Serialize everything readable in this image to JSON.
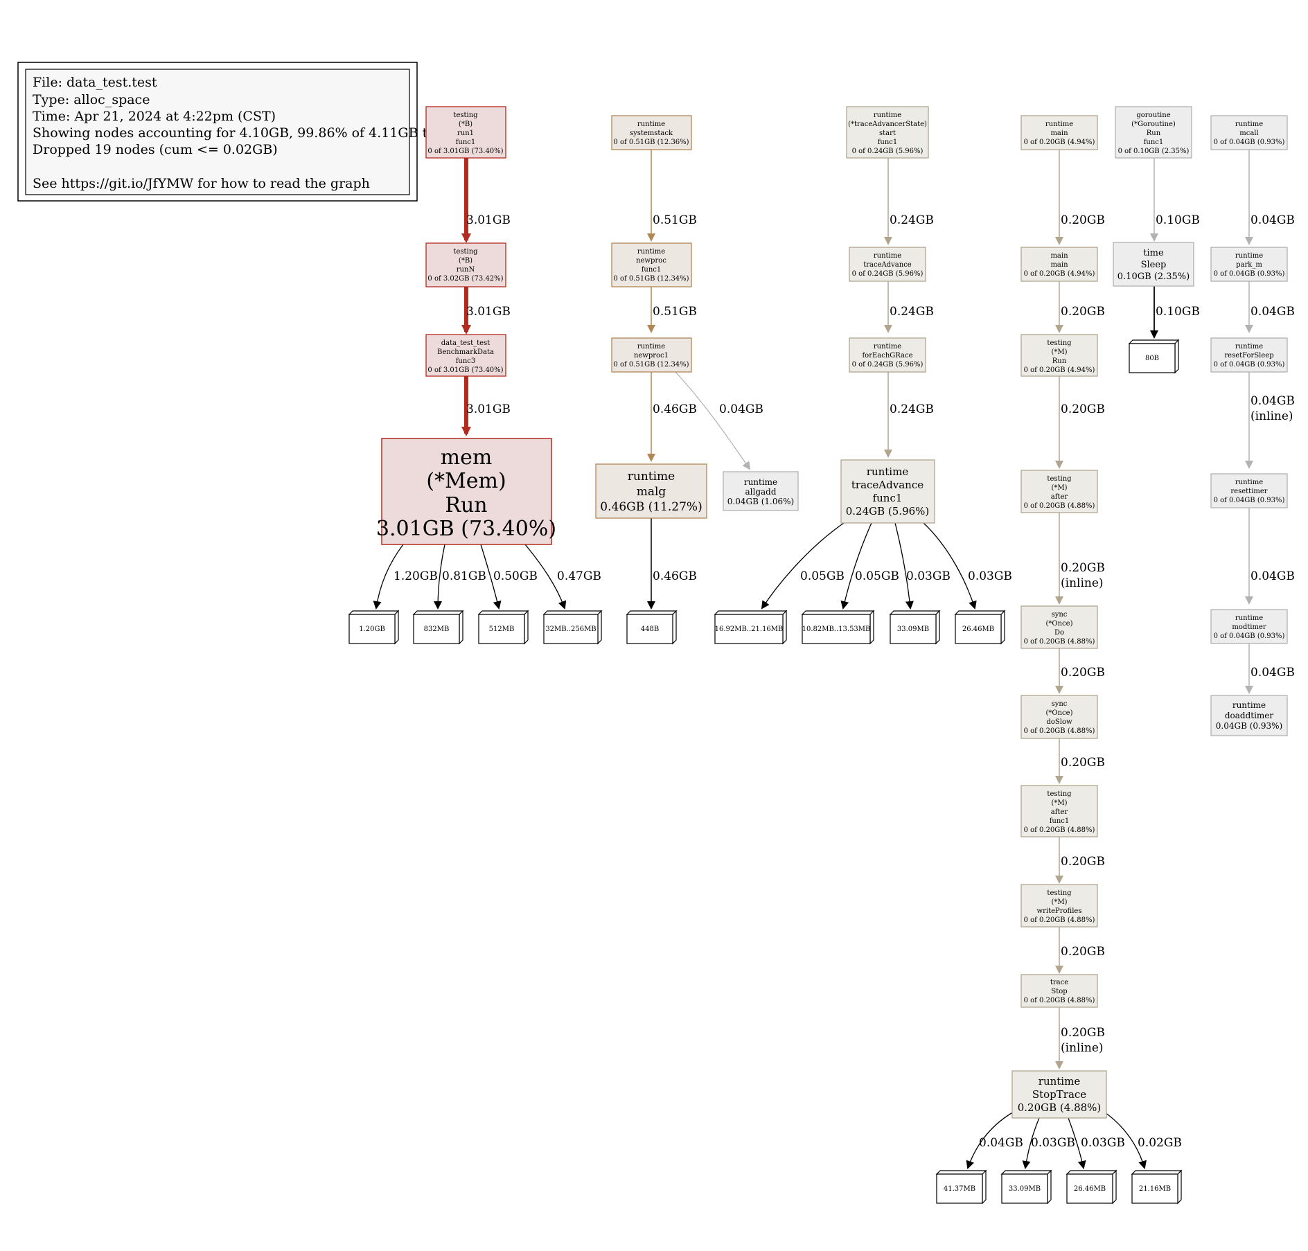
{
  "legend": {
    "lines": [
      "File: data_test.test",
      "Type: alloc_space",
      "Time: Apr 21, 2024 at 4:22pm (CST)",
      "Showing nodes accounting for 4.10GB, 99.86% of 4.11GB total",
      "Dropped 19 nodes (cum <= 0.02GB)",
      "",
      "See https://git.io/JfYMW for how to read the graph"
    ]
  },
  "colors": {
    "hot_edge": "#b22b1f",
    "hot_fill": "#eddbdb",
    "hot_border": "#b22b1f",
    "warm_edge": "#b28756",
    "warm_fill": "#ede7e1",
    "warm_border": "#b28756",
    "cool_edge": "#b2a590",
    "cool_fill": "#edebe6",
    "cool_border": "#b2a590",
    "cold_edge": "#b2b2b2",
    "cold_fill": "#ededed",
    "cold_border": "#b2b2b2",
    "black": "#000000"
  },
  "nodes": {
    "testing_b_run1": [
      "testing",
      "(*B)",
      "run1",
      "func1",
      "0 of 3.01GB (73.40%)"
    ],
    "testing_b_runN": [
      "testing",
      "(*B)",
      "runN",
      "0 of 3.02GB (73.42%)"
    ],
    "data_test_bench": [
      "data_test_test",
      "BenchmarkData",
      "func3",
      "0 of 3.01GB (73.40%)"
    ],
    "mem_run": [
      "mem",
      "(*Mem)",
      "Run",
      "3.01GB (73.40%)"
    ],
    "rt_systemstack": [
      "runtime",
      "systemstack",
      "0 of 0.51GB (12.36%)"
    ],
    "rt_newproc_func1": [
      "runtime",
      "newproc",
      "func1",
      "0 of 0.51GB (12.34%)"
    ],
    "rt_newproc1": [
      "runtime",
      "newproc1",
      "0 of 0.51GB (12.34%)"
    ],
    "rt_malg": [
      "runtime",
      "malg",
      "0.46GB (11.27%)"
    ],
    "rt_allgadd": [
      "runtime",
      "allgadd",
      "0.04GB (1.06%)"
    ],
    "rt_trace_state": [
      "runtime",
      "(*traceAdvancerState)",
      "start",
      "func1",
      "0 of 0.24GB (5.96%)"
    ],
    "rt_traceAdvance": [
      "runtime",
      "traceAdvance",
      "0 of 0.24GB (5.96%)"
    ],
    "rt_forEachGRace": [
      "runtime",
      "forEachGRace",
      "0 of 0.24GB (5.96%)"
    ],
    "rt_traceAdvance_func1": [
      "runtime",
      "traceAdvance",
      "func1",
      "0.24GB (5.96%)"
    ],
    "rt_main": [
      "runtime",
      "main",
      "0 of 0.20GB (4.94%)"
    ],
    "main_main": [
      "main",
      "main",
      "0 of 0.20GB (4.94%)"
    ],
    "testing_m_run": [
      "testing",
      "(*M)",
      "Run",
      "0 of 0.20GB (4.94%)"
    ],
    "testing_m_after": [
      "testing",
      "(*M)",
      "after",
      "0 of 0.20GB (4.88%)"
    ],
    "sync_once_do": [
      "sync",
      "(*Once)",
      "Do",
      "0 of 0.20GB (4.88%)"
    ],
    "sync_once_doslow": [
      "sync",
      "(*Once)",
      "doSlow",
      "0 of 0.20GB (4.88%)"
    ],
    "testing_m_after_func1": [
      "testing",
      "(*M)",
      "after",
      "func1",
      "0 of 0.20GB (4.88%)"
    ],
    "testing_m_writeprofiles": [
      "testing",
      "(*M)",
      "writeProfiles",
      "0 of 0.20GB (4.88%)"
    ],
    "trace_stop": [
      "trace",
      "Stop",
      "0 of 0.20GB (4.88%)"
    ],
    "rt_stoptrace": [
      "runtime",
      "StopTrace",
      "0.20GB (4.88%)"
    ],
    "goroutine_run": [
      "goroutine",
      "(*Goroutine)",
      "Run",
      "func1",
      "0 of 0.10GB (2.35%)"
    ],
    "time_sleep": [
      "time",
      "Sleep",
      "0.10GB (2.35%)"
    ],
    "rt_mcall": [
      "runtime",
      "mcall",
      "0 of 0.04GB (0.93%)"
    ],
    "rt_park_m": [
      "runtime",
      "park_m",
      "0 of 0.04GB (0.93%)"
    ],
    "rt_resetForSleep": [
      "runtime",
      "resetForSleep",
      "0 of 0.04GB (0.93%)"
    ],
    "rt_resettimer": [
      "runtime",
      "resettimer",
      "0 of 0.04GB (0.93%)"
    ],
    "rt_modtimer": [
      "runtime",
      "modtimer",
      "0 of 0.04GB (0.93%)"
    ],
    "rt_doaddtimer": [
      "runtime",
      "doaddtimer",
      "0.04GB (0.93%)"
    ]
  },
  "leaf_boxes": {
    "mem_1": "1.20GB",
    "mem_2": "832MB",
    "mem_3": "512MB",
    "mem_4": "32MB..256MB",
    "malg_1": "448B",
    "ta_1": "16.92MB..21.16MB",
    "ta_2": "10.82MB..13.53MB",
    "ta_3": "33.09MB",
    "ta_4": "26.46MB",
    "sleep_1": "80B",
    "st_1": "41.37MB",
    "st_2": "33.09MB",
    "st_3": "26.46MB",
    "st_4": "21.16MB"
  },
  "edges": {
    "run1_runN": "3.01GB",
    "runN_bench": "3.01GB",
    "bench_mem": "3.01GB",
    "mem_b1": "1.20GB",
    "mem_b2": "0.81GB",
    "mem_b3": "0.50GB",
    "mem_b4": "0.47GB",
    "sys_newproc": "0.51GB",
    "newproc_newproc1": "0.51GB",
    "newproc1_malg": "0.46GB",
    "newproc1_allgadd": "0.04GB",
    "malg_b1": "0.46GB",
    "state_ta": "0.24GB",
    "ta_forEach": "0.24GB",
    "forEach_taf1": "0.24GB",
    "taf1_b1": "0.05GB",
    "taf1_b2": "0.05GB",
    "taf1_b3": "0.03GB",
    "taf1_b4": "0.03GB",
    "rtmain_main": "0.20GB",
    "main_mrun": "0.20GB",
    "mrun_mafter": "0.20GB",
    "mafter_do": "0.20GB",
    "do_doslow": "0.20GB",
    "doslow_afterf1": "0.20GB",
    "afterf1_wp": "0.20GB",
    "wp_stop": "0.20GB",
    "stop_stoptrace": "0.20GB",
    "inline": "(inline)",
    "st_b1": "0.04GB",
    "st_b2": "0.03GB",
    "st_b3": "0.03GB",
    "st_b4": "0.02GB",
    "gor_sleep": "0.10GB",
    "sleep_b1": "0.10GB",
    "mcall_park": "0.04GB",
    "park_reset": "0.04GB",
    "reset_resettimer": "0.04GB",
    "resettimer_mod": "0.04GB",
    "mod_doadd": "0.04GB"
  }
}
